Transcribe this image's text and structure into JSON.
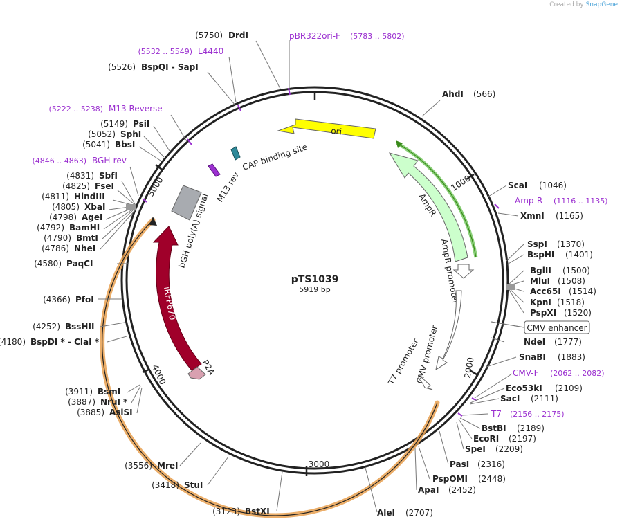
{
  "credit": {
    "prefix": "Created by",
    "brand": "SnapGene"
  },
  "plasmid": {
    "name": "pTS1039",
    "size_label": "5919 bp",
    "length": 5919
  },
  "ticks": [
    {
      "pos": 1000,
      "label": "1000"
    },
    {
      "pos": 2000,
      "label": "2000"
    },
    {
      "pos": 3000,
      "label": "3000"
    },
    {
      "pos": 4000,
      "label": "4000"
    },
    {
      "pos": 5000,
      "label": "5000"
    }
  ],
  "sites": [
    {
      "name": "DrdI",
      "pos": "(5750)",
      "side": "left"
    },
    {
      "name": "AhdI",
      "pos": "(566)",
      "side": "right"
    },
    {
      "name": "ScaI",
      "pos": "(1046)",
      "side": "right"
    },
    {
      "name": "XmnI",
      "pos": "(1165)",
      "side": "right"
    },
    {
      "name": "SspI",
      "pos": "(1370)",
      "side": "right"
    },
    {
      "name": "BspHI",
      "pos": "(1401)",
      "side": "right"
    },
    {
      "name": "BglII",
      "pos": "(1500)",
      "side": "right"
    },
    {
      "name": "MluI",
      "pos": "(1508)",
      "side": "right"
    },
    {
      "name": "Acc65I",
      "pos": "(1514)",
      "side": "right"
    },
    {
      "name": "KpnI",
      "pos": "(1518)",
      "side": "right"
    },
    {
      "name": "PspXI",
      "pos": "(1520)",
      "side": "right"
    },
    {
      "name": "NdeI",
      "pos": "(1777)",
      "side": "right"
    },
    {
      "name": "SnaBI",
      "pos": "(1883)",
      "side": "right"
    },
    {
      "name": "Eco53kI",
      "pos": "(2109)",
      "side": "right"
    },
    {
      "name": "SacI",
      "pos": "(2111)",
      "side": "right"
    },
    {
      "name": "BstBI",
      "pos": "(2189)",
      "side": "right"
    },
    {
      "name": "EcoRI",
      "pos": "(2197)",
      "side": "right"
    },
    {
      "name": "SpeI",
      "pos": "(2209)",
      "side": "right"
    },
    {
      "name": "PasI",
      "pos": "(2316)",
      "side": "right"
    },
    {
      "name": "PspOMI",
      "pos": "(2448)",
      "side": "right"
    },
    {
      "name": "ApaI",
      "pos": "(2452)",
      "side": "right"
    },
    {
      "name": "AleI",
      "pos": "(2707)",
      "side": "right"
    },
    {
      "name": "BstXI",
      "pos": "(3123)",
      "side": "left"
    },
    {
      "name": "StuI",
      "pos": "(3418)",
      "side": "left"
    },
    {
      "name": "MreI",
      "pos": "(3556)",
      "side": "left"
    },
    {
      "name": "AsiSI",
      "pos": "(3885)",
      "side": "left"
    },
    {
      "name": "NruI *",
      "pos": "(3887)",
      "side": "left"
    },
    {
      "name": "BsmI",
      "pos": "(3911)",
      "side": "left"
    },
    {
      "name": "BspDI * - ClaI *",
      "pos": "(4180)",
      "side": "left"
    },
    {
      "name": "BssHII",
      "pos": "(4252)",
      "side": "left"
    },
    {
      "name": "PfoI",
      "pos": "(4366)",
      "side": "left"
    },
    {
      "name": "PaqCI",
      "pos": "(4580)",
      "side": "left"
    },
    {
      "name": "NheI",
      "pos": "(4786)",
      "side": "left"
    },
    {
      "name": "BmtI",
      "pos": "(4790)",
      "side": "left"
    },
    {
      "name": "BamHI",
      "pos": "(4792)",
      "side": "left"
    },
    {
      "name": "AgeI",
      "pos": "(4798)",
      "side": "left"
    },
    {
      "name": "XbaI",
      "pos": "(4805)",
      "side": "left"
    },
    {
      "name": "HindIII",
      "pos": "(4811)",
      "side": "left"
    },
    {
      "name": "FseI",
      "pos": "(4825)",
      "side": "left"
    },
    {
      "name": "SbfI",
      "pos": "(4831)",
      "side": "left"
    },
    {
      "name": "BbsI",
      "pos": "(5041)",
      "side": "left"
    },
    {
      "name": "SphI",
      "pos": "(5052)",
      "side": "left"
    },
    {
      "name": "PsiI",
      "pos": "(5149)",
      "side": "left"
    },
    {
      "name": "BspQI - SapI",
      "pos": "(5526)",
      "side": "left"
    }
  ],
  "primers": [
    {
      "name": "pBR322ori-F",
      "range": "(5783 .. 5802)"
    },
    {
      "name": "L4440",
      "range": "(5532 .. 5549)"
    },
    {
      "name": "M13 Reverse",
      "range": "(5222 .. 5238)"
    },
    {
      "name": "BGH-rev",
      "range": "(4846 .. 4863)"
    },
    {
      "name": "Amp-R",
      "range": "(1116 .. 1135)"
    },
    {
      "name": "CMV-F",
      "range": "(2062 .. 2082)"
    },
    {
      "name": "T7",
      "range": "(2156 .. 2175)"
    }
  ],
  "features": [
    {
      "name": "ori",
      "color": "#ffff00"
    },
    {
      "name": "AmpR",
      "color": "#ccffcc"
    },
    {
      "name": "AmpR promoter",
      "color": "#ffffff"
    },
    {
      "name": "CMV promoter",
      "color": "#ffffff"
    },
    {
      "name": "T7 promoter",
      "color": "#ffffff"
    },
    {
      "name": "CMV enhancer",
      "color": "#ffffff"
    },
    {
      "name": "iRFP670",
      "color": "#a0002a"
    },
    {
      "name": "P2A",
      "color": "#d8a0b0"
    },
    {
      "name": "bGH poly(A) signal",
      "color": "#a8abb0"
    },
    {
      "name": "M13 rev",
      "color": "#9b30d0"
    },
    {
      "name": "CAP binding site",
      "color": "#2f8a9a"
    }
  ],
  "colors": {
    "primer": "#9b30d0",
    "backbone": "#222222",
    "orf_outline": "#e8a050",
    "amp_orf": "#3a8a1a"
  }
}
